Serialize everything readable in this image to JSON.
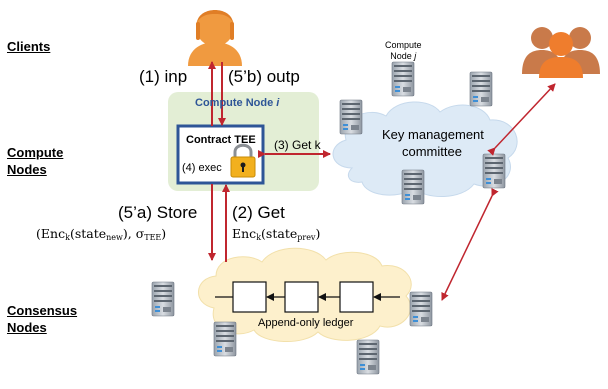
{
  "row_labels": {
    "clients": "Clients",
    "compute_1": "Compute",
    "compute_2": "Nodes",
    "consensus_1": "Consensus",
    "consensus_2": "Nodes"
  },
  "compute_node_i": {
    "prefix": "Compute Node ",
    "italic": "i"
  },
  "contract_tee": "Contract TEE",
  "exec": "(4) exec",
  "get_k": "(3) Get k",
  "inp": "(1) inp",
  "outp": "(5’b) outp",
  "store": "(5’a) Store",
  "get": "(2) Get",
  "store_payload": {
    "enc": "Enc",
    "k": "k",
    "state": "(state",
    "sub": "new",
    "sigma": "), σ",
    "tee": "TEE",
    "close": ")"
  },
  "get_payload": {
    "enc": "Enc",
    "k": "k",
    "state": "(state",
    "sub": "prev",
    "close": ")"
  },
  "compute_node_j": {
    "line1": "Compute",
    "line2": "Node ",
    "italic": "j"
  },
  "key_management_1": "Key management",
  "key_management_2": "committee",
  "ledger": "Append-only ledger",
  "icons": [
    "client-person-icon",
    "committee-group-icon",
    "lock-icon",
    "server-icon",
    "cloud-icon"
  ],
  "colors": {
    "arrow": "#c0262f",
    "tee_border": "#2e5597",
    "compute_node_bg": "#e3eed5",
    "compute_node_text": "#2e5597",
    "person": "#f09a40",
    "cloud": "#ddeaf6",
    "ledger_cloud": "#fdf0cc",
    "lock": "#f2b01e"
  }
}
